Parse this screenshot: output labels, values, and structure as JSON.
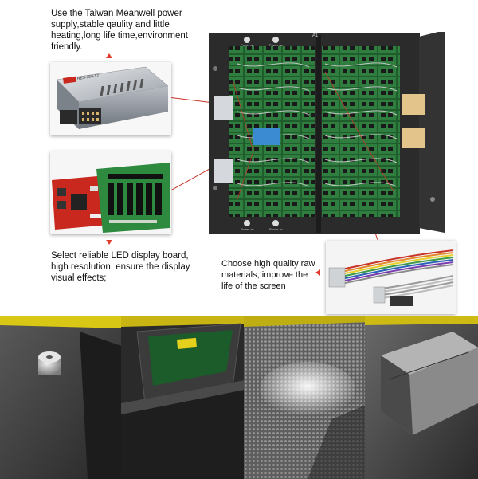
{
  "captions": {
    "power_supply": "Use the Taiwan Meanwell power supply,stable qaulity and little heating,long life time,environment friendly.",
    "led_board": "Select reliable LED display board, high resolution, ensure the display visual effects;",
    "raw_materials": "Choose high quality raw materials, improve the life of the screen"
  },
  "cabinet": {
    "door_label": "A1",
    "top_labels": [
      "Power ac",
      "Power ac"
    ],
    "bottom_labels": [
      "Power ac",
      "Power ac"
    ]
  },
  "power_supply_model": "NES-350-12",
  "colors": {
    "accent_arrow": "#e23b2e",
    "leader_line": "#c9332a",
    "cabinet_body": "#2b2b2b",
    "pcb_green": "#2f7d3f",
    "board_red": "#c8281e",
    "yellow_strip": "#e8d20c"
  }
}
